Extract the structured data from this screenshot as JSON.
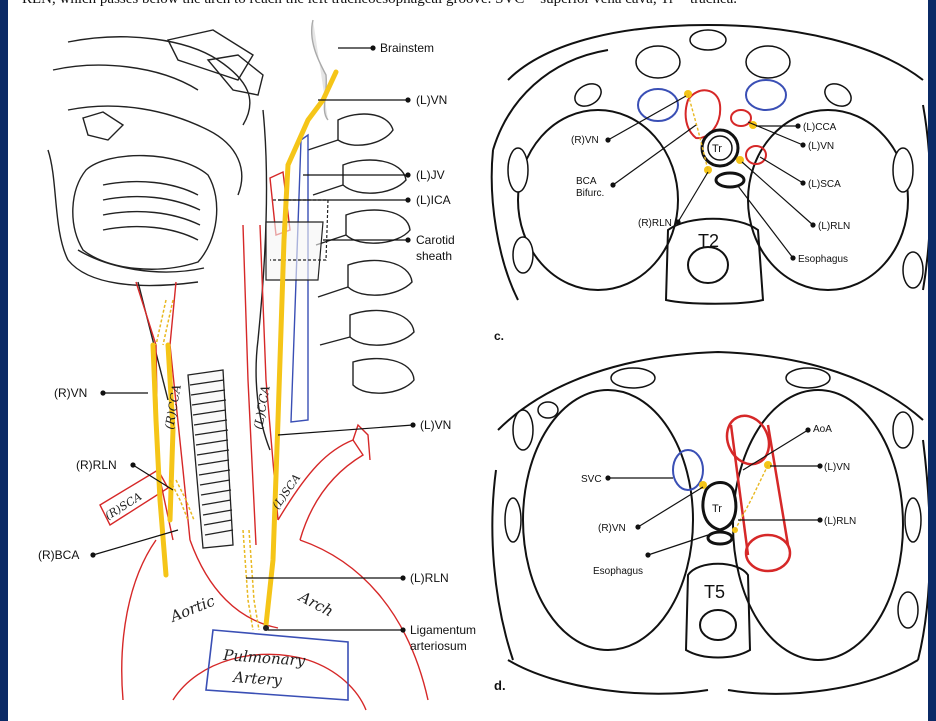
{
  "caption_fragment": "RLN, which passes below the arch to reach the left tracheoesophageal groove. SVC = superior vena cava; Tr = trachea.",
  "colors": {
    "nerve": "#f5c518",
    "artery": "#d62828",
    "vein": "#3a4fb5",
    "outline": "#111111",
    "border": "#0b2a66"
  },
  "left_panel": {
    "labels": {
      "brainstem": "Brainstem",
      "l_vn_top": "(L)VN",
      "l_jv": "(L)JV",
      "l_ica": "(L)ICA",
      "carotid_sheath_1": "Carotid",
      "carotid_sheath_2": "sheath",
      "r_vn": "(R)VN",
      "l_vn_mid": "(L)VN",
      "r_rln": "(R)RLN",
      "r_bca": "(R)BCA",
      "l_rln": "(L)RLN",
      "lig_1": "Ligamentum",
      "lig_2": "arteriosum"
    },
    "vessel_text": {
      "r_cca": "(R)CCA",
      "l_cca": "(L)CCA",
      "r_sca": "(R)SCA",
      "l_sca": "(L)SCA",
      "aortic": "Aortic",
      "arch": "Arch",
      "pulmonary": "Pulmonary",
      "artery": "Artery"
    }
  },
  "panel_c": {
    "letter": "c.",
    "labels": {
      "r_vn": "(R)VN",
      "bca_1": "BCA",
      "bca_2": "Bifurc.",
      "r_rln": "(R)RLN",
      "l_cca": "(L)CCA",
      "l_vn": "(L)VN",
      "l_sca": "(L)SCA",
      "l_rln": "(L)RLN",
      "esophagus": "Esophagus",
      "tr": "Tr",
      "vertebra": "T2"
    }
  },
  "panel_d": {
    "letter": "d.",
    "labels": {
      "aoa": "AoA",
      "svc": "SVC",
      "l_vn": "(L)VN",
      "r_vn": "(R)VN",
      "l_rln": "(L)RLN",
      "esophagus": "Esophagus",
      "tr": "Tr",
      "vertebra": "T5"
    }
  }
}
